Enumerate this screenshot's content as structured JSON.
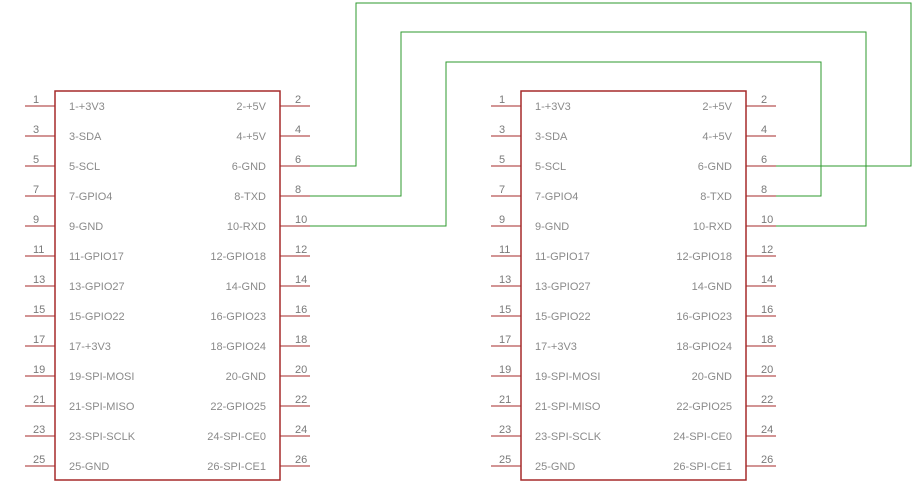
{
  "colors": {
    "body": "#a52a2a",
    "pin": "#a52a2a",
    "wire": "#2e9a2e",
    "text": "#8a8a8a"
  },
  "headers": [
    {
      "id": "header-a",
      "left_pins": [
        {
          "num": "1",
          "label": "1-+3V3"
        },
        {
          "num": "3",
          "label": "3-SDA"
        },
        {
          "num": "5",
          "label": "5-SCL"
        },
        {
          "num": "7",
          "label": "7-GPIO4"
        },
        {
          "num": "9",
          "label": "9-GND"
        },
        {
          "num": "11",
          "label": "11-GPIO17"
        },
        {
          "num": "13",
          "label": "13-GPIO27"
        },
        {
          "num": "15",
          "label": "15-GPIO22"
        },
        {
          "num": "17",
          "label": "17-+3V3"
        },
        {
          "num": "19",
          "label": "19-SPI-MOSI"
        },
        {
          "num": "21",
          "label": "21-SPI-MISO"
        },
        {
          "num": "23",
          "label": "23-SPI-SCLK"
        },
        {
          "num": "25",
          "label": "25-GND"
        }
      ],
      "right_pins": [
        {
          "num": "2",
          "label": "2-+5V"
        },
        {
          "num": "4",
          "label": "4-+5V"
        },
        {
          "num": "6",
          "label": "6-GND"
        },
        {
          "num": "8",
          "label": "8-TXD"
        },
        {
          "num": "10",
          "label": "10-RXD"
        },
        {
          "num": "12",
          "label": "12-GPIO18"
        },
        {
          "num": "14",
          "label": "14-GND"
        },
        {
          "num": "16",
          "label": "16-GPIO23"
        },
        {
          "num": "18",
          "label": "18-GPIO24"
        },
        {
          "num": "20",
          "label": "20-GND"
        },
        {
          "num": "22",
          "label": "22-GPIO25"
        },
        {
          "num": "24",
          "label": "24-SPI-CE0"
        },
        {
          "num": "26",
          "label": "26-SPI-CE1"
        }
      ]
    },
    {
      "id": "header-b",
      "left_pins": [
        {
          "num": "1",
          "label": "1-+3V3"
        },
        {
          "num": "3",
          "label": "3-SDA"
        },
        {
          "num": "5",
          "label": "5-SCL"
        },
        {
          "num": "7",
          "label": "7-GPIO4"
        },
        {
          "num": "9",
          "label": "9-GND"
        },
        {
          "num": "11",
          "label": "11-GPIO17"
        },
        {
          "num": "13",
          "label": "13-GPIO27"
        },
        {
          "num": "15",
          "label": "15-GPIO22"
        },
        {
          "num": "17",
          "label": "17-+3V3"
        },
        {
          "num": "19",
          "label": "19-SPI-MOSI"
        },
        {
          "num": "21",
          "label": "21-SPI-MISO"
        },
        {
          "num": "23",
          "label": "23-SPI-SCLK"
        },
        {
          "num": "25",
          "label": "25-GND"
        }
      ],
      "right_pins": [
        {
          "num": "2",
          "label": "2-+5V"
        },
        {
          "num": "4",
          "label": "4-+5V"
        },
        {
          "num": "6",
          "label": "6-GND"
        },
        {
          "num": "8",
          "label": "8-TXD"
        },
        {
          "num": "10",
          "label": "10-RXD"
        },
        {
          "num": "12",
          "label": "12-GPIO18"
        },
        {
          "num": "14",
          "label": "14-GND"
        },
        {
          "num": "16",
          "label": "16-GPIO23"
        },
        {
          "num": "18",
          "label": "18-GPIO24"
        },
        {
          "num": "20",
          "label": "20-GND"
        },
        {
          "num": "22",
          "label": "22-GPIO25"
        },
        {
          "num": "24",
          "label": "24-SPI-CE0"
        },
        {
          "num": "26",
          "label": "26-SPI-CE1"
        }
      ]
    }
  ],
  "connections": [
    {
      "from_header": "header-a",
      "from_pin": "6",
      "to_header": "header-b",
      "to_pin": "6"
    },
    {
      "from_header": "header-a",
      "from_pin": "8",
      "to_header": "header-b",
      "to_pin": "10"
    },
    {
      "from_header": "header-a",
      "from_pin": "10",
      "to_header": "header-b",
      "to_pin": "8"
    }
  ]
}
